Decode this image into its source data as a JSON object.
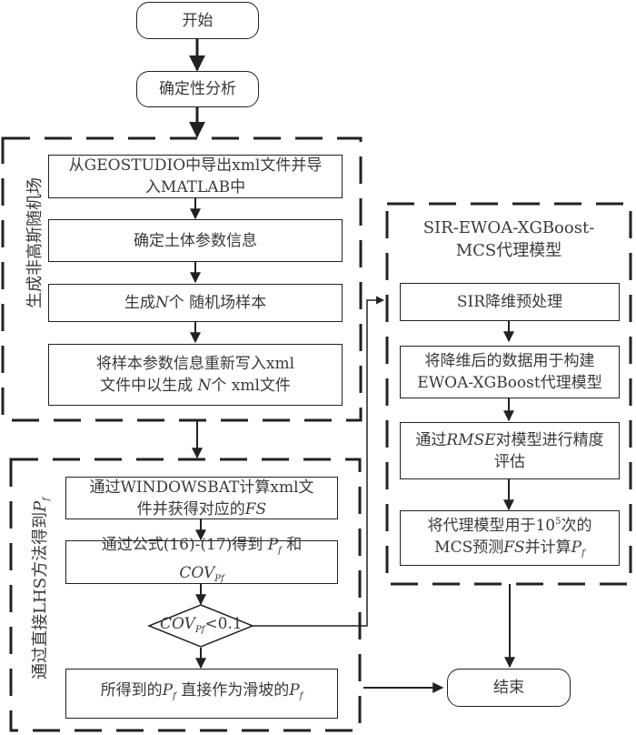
{
  "nodes": {
    "start": "开始",
    "deterministic": "确定性分析",
    "export_xml_line1": "从GEOSTUDIO中导出xml文件并导",
    "export_xml_line2": "入MATLAB中",
    "soil_params": "确定土体参数信息",
    "gen_samples_pre": "生成",
    "gen_samples_var": "N",
    "gen_samples_post": "个 随机场样本",
    "rewrite_line1": "将样本参数信息重新写入xml",
    "rewrite_line2_pre": "文件中以生成 ",
    "rewrite_line2_var": "N",
    "rewrite_line2_post": "个 xml文件",
    "calc_line1": "通过WINDOWSBAT计算xml文",
    "calc_line2_pre": "件并获得对应的",
    "calc_line2_var": "FS",
    "formula_line1_pre": "通过公式(16)-(17)得到 ",
    "formula_line1_var": "P",
    "formula_line1_sub": "f",
    "formula_line1_post": " 和",
    "formula_line2_var": "COV",
    "formula_line2_sub": "Pf",
    "decision_var": "COV",
    "decision_sub": "Pf",
    "decision_cond": "<0.1",
    "result_pre": "所得到的",
    "result_var1": "P",
    "result_sub1": "f",
    "result_mid": " 直接作为滑坡的",
    "result_var2": "P",
    "result_sub2": "f",
    "sir": "SIR降维预处理",
    "build_line1": "将降维后的数据用于构建",
    "build_line2": "EWOA-XGBoost代理模型",
    "rmse_pre": "通过",
    "rmse_var": "RMSE",
    "rmse_post": "对模型进行精度",
    "rmse_line2": "评估",
    "mcs_line1_pre": "将代理模型用于10",
    "mcs_line1_sup": "5",
    "mcs_line1_post": "次的",
    "mcs_line2_pre": "MCS预测",
    "mcs_line2_var": "FS",
    "mcs_line2_mid": "并计算",
    "mcs_line2_var2": "P",
    "mcs_line2_sub": "f",
    "end": "结束"
  },
  "groups": {
    "random_field": "生成非高斯随机场",
    "lhs_pre": "通过直接LHS方法得到",
    "lhs_var": "P",
    "lhs_sub": "f",
    "surrogate_line1": "SIR-EWOA-XGBoost-",
    "surrogate_line2": "MCS代理模型"
  },
  "colors": {
    "stroke": "#222222",
    "text": "#3a3a3a",
    "background": "#ffffff"
  }
}
